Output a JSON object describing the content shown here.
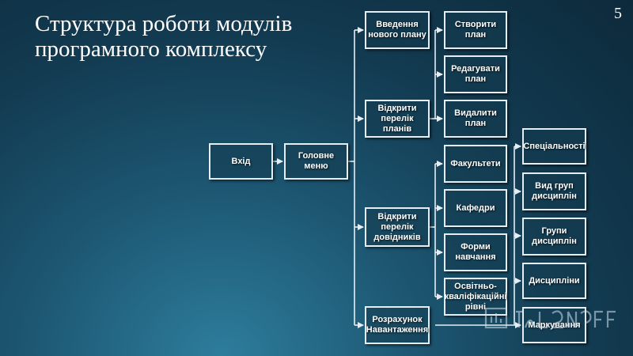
{
  "slide": {
    "title": "Структура роботи модулів програмного комплексу",
    "page_number": "5"
  },
  "nodes": {
    "entry": "Вхід",
    "main_menu": "Головне меню",
    "new_plan": "Введення\nнового плану",
    "open_plans": "Відкрити\nперелік планів",
    "open_directories": "Відкрити\nперелік\nдовідників",
    "calc_load": "Розрахунок\nНавантаження",
    "create_plan": "Створити\nплан",
    "edit_plan": "Редагувати\nплан",
    "delete_plan": "Видалити\nплан",
    "faculties": "Факультети",
    "departments": "Кафедри",
    "study_forms": "Форми\nнавчання",
    "edu_levels": "Освітньо-\nкваліфікаційні\nрівні",
    "specialties": "Спеціальності",
    "discipline_group_types": "Вид груп\nдисциплін",
    "discipline_groups": "Групи\nдисциплін",
    "disciplines": "Дисципліни",
    "marking": "Маркування"
  },
  "colors": {
    "box_border": "#e6eef3",
    "connector": "#e6eef3",
    "text": "#ffffff"
  }
}
